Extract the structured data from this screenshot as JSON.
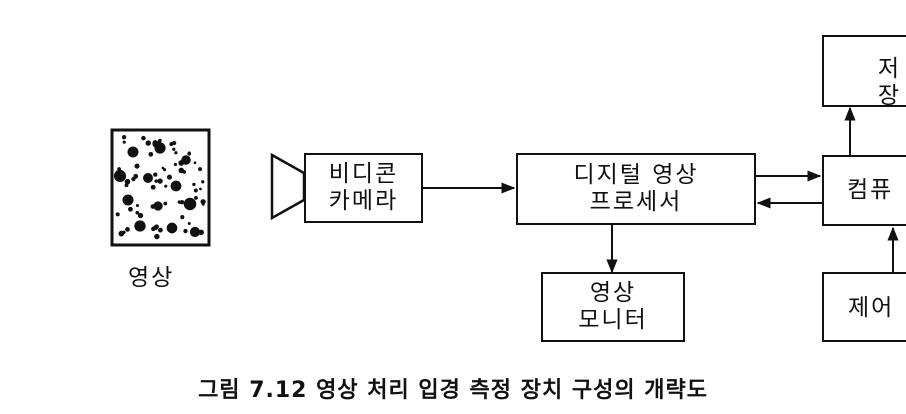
{
  "diagram": {
    "image_label": "영상",
    "videocon_camera": [
      "비디콘",
      "카메라"
    ],
    "digital_image_processor": [
      "디지털 영상",
      "프로세서"
    ],
    "image_monitor": [
      "영상",
      "모니터"
    ],
    "storage_partial": "저장",
    "computer_partial": "컴퓨",
    "control_partial": "제어"
  },
  "caption": "그림 7.12  영상 처리 입경 측정 장치 구성의 개략도"
}
